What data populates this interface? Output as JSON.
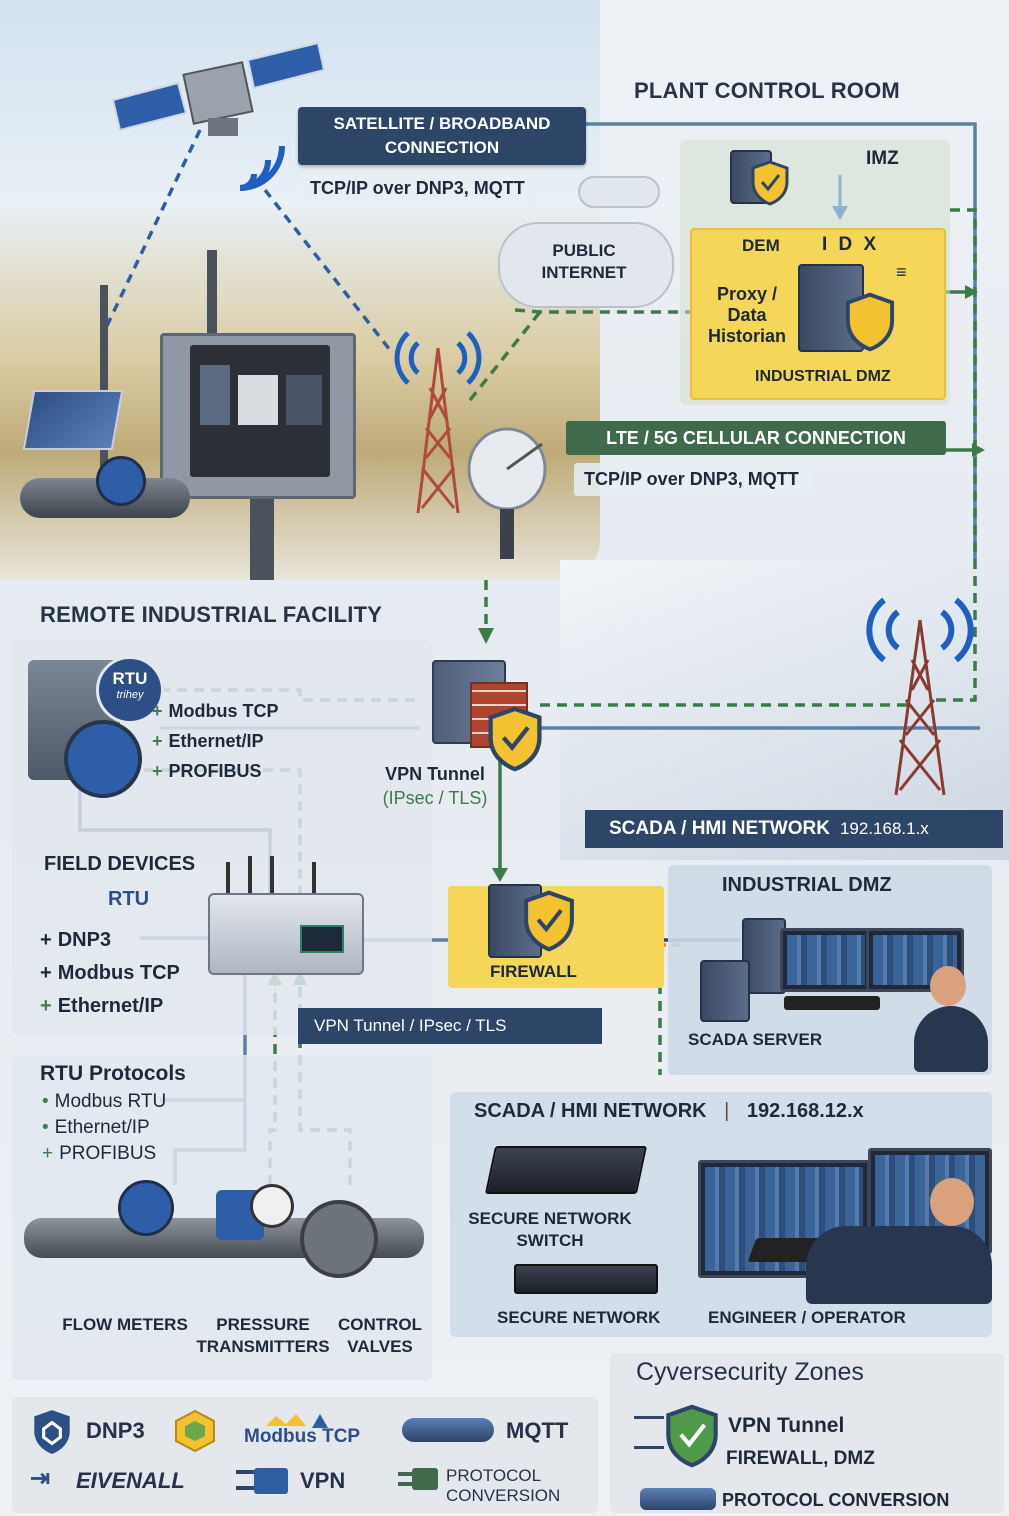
{
  "top": {
    "plant_title": "PLANT CONTROL ROOM",
    "satellite_box": {
      "line1": "SATELLITE / BROADBAND",
      "line2": "CONNECTION"
    },
    "satellite_sub": "TCP/IP over DNP3, MQTT",
    "cloud": {
      "line1": "PUBLIC",
      "line2": "INTERNET"
    },
    "imz": "IMZ",
    "dem": "DEM",
    "idx": "I D X",
    "proxy": {
      "line1": "Proxy /",
      "line2": "Data",
      "line3": "Historian"
    },
    "industrial_dmz": "INDUSTRIAL DMZ",
    "lte_box": "LTE / 5G CELLULAR CONNECTION",
    "lte_sub": "TCP/IP over DNP3, MQTT"
  },
  "facility": {
    "title": "REMOTE INDUSTRIAL FACILITY",
    "rtu_badge": {
      "line1": "RTU",
      "line2": "trihey"
    },
    "device_protocols": [
      {
        "bullet": "+",
        "label": "Modbus TCP"
      },
      {
        "bullet": "+",
        "label": "Ethernet/IP"
      },
      {
        "bullet": "+",
        "label": "PROFIBUS"
      }
    ],
    "field_devices": "FIELD DEVICES",
    "rtu": "RTU",
    "rtu_list": [
      {
        "bullet": "+",
        "label": "DNP3"
      },
      {
        "bullet": "+",
        "label": "Modbus TCP"
      },
      {
        "bullet": "+",
        "label": "Ethernet/IP"
      }
    ],
    "vpn_tunnel_bar": "VPN Tunnel / IPsec / TLS"
  },
  "rtu_protocols": {
    "title": "RTU Protocols",
    "items": [
      {
        "bullet": "•",
        "label": "Modbus RTU"
      },
      {
        "bullet": "•",
        "label": "Ethernet/IP"
      },
      {
        "bullet": "+",
        "label": "PROFIBUS"
      }
    ],
    "devices": [
      {
        "line1": "FLOW METERS",
        "line2": ""
      },
      {
        "line1": "PRESSURE",
        "line2": "TRANSMITTERS"
      },
      {
        "line1": "CONTROL",
        "line2": "VALVES"
      }
    ]
  },
  "vpn": {
    "line1": "VPN Tunnel",
    "line2": "(IPsec / TLS)"
  },
  "scada_top": {
    "bar": "SCADA / HMI NETWORK",
    "ip": "192.168.1.x",
    "dmz_title": "INDUSTRIAL DMZ",
    "firewall": "FIREWALL",
    "scada_server": "SCADA SERVER"
  },
  "scada_bottom": {
    "title": "SCADA / HMI NETWORK",
    "divider": "|",
    "ip": "192.168.12.x",
    "switch": {
      "line1": "SECURE NETWORK",
      "line2": "SWITCH"
    },
    "secure_network": "SECURE NETWORK",
    "engineer": "ENGINEER / OPERATOR"
  },
  "legend": {
    "items": [
      {
        "icon": "shield-icon",
        "label": "DNP3"
      },
      {
        "icon": "hexagon-icon",
        "label": ""
      },
      {
        "icon": "modbus-logo-icon",
        "label": "Modbus TCP"
      },
      {
        "icon": "cable-icon",
        "label": "MQTT"
      },
      {
        "icon": "arrow-bracket-icon",
        "label": "EIVENALL"
      },
      {
        "icon": "network-icon",
        "label": "VPN"
      },
      {
        "icon": "conversion-icon",
        "label": "PROTOCOL CONVERSION"
      }
    ]
  },
  "zones": {
    "title": "Cyversecurity Zones",
    "items": [
      {
        "label": "VPN Tunnel"
      },
      {
        "label": "FIREWALL, DMZ"
      },
      {
        "label": "PROTOCOL CONVERSION"
      }
    ]
  },
  "colors": {
    "navy": "#2d4566",
    "green": "#3f6a4c",
    "yellow": "#f4d658",
    "dashed_green": "#3c7a48",
    "steel_blue": "#5a7fa8"
  }
}
